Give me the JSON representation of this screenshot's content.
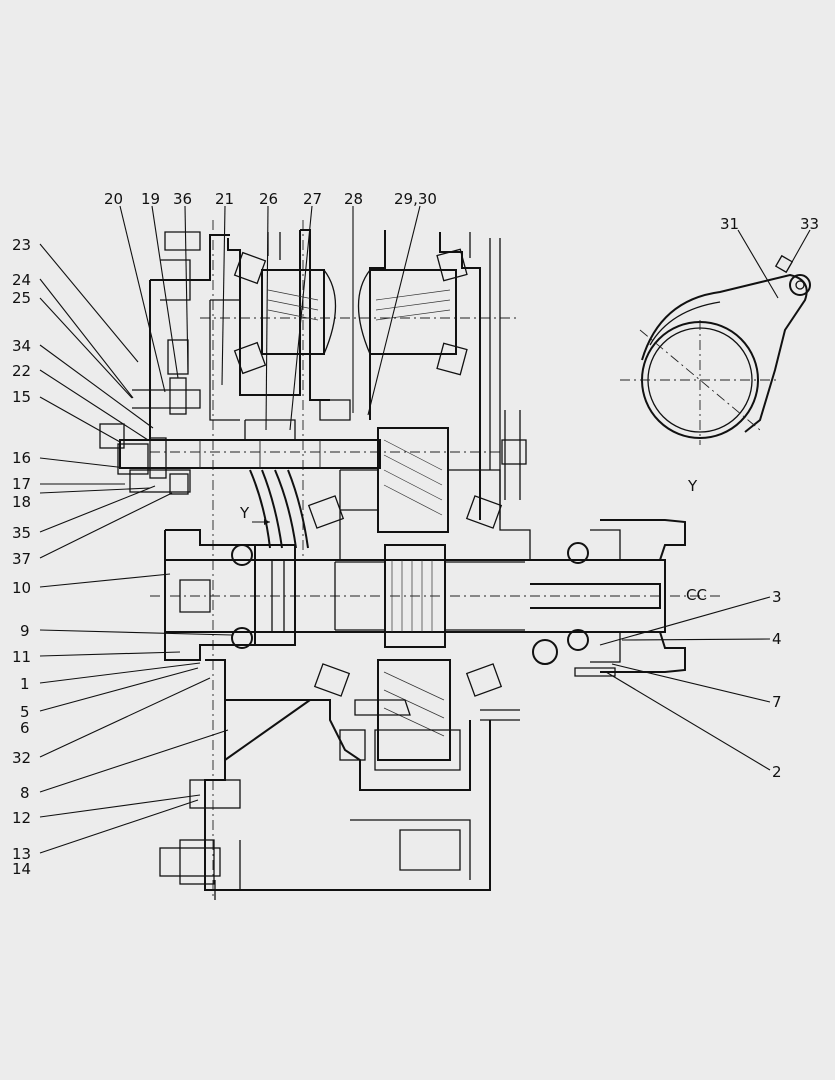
{
  "callouts": [
    {
      "id": "c20",
      "text": "20"
    },
    {
      "id": "c19",
      "text": "19"
    },
    {
      "id": "c36",
      "text": "36"
    },
    {
      "id": "c21",
      "text": "21"
    },
    {
      "id": "c26",
      "text": "26"
    },
    {
      "id": "c27",
      "text": "27"
    },
    {
      "id": "c28",
      "text": "28"
    },
    {
      "id": "c2930",
      "text": "29,30"
    },
    {
      "id": "c31",
      "text": "31"
    },
    {
      "id": "c33",
      "text": "33"
    },
    {
      "id": "c23",
      "text": "23"
    },
    {
      "id": "c24",
      "text": "24"
    },
    {
      "id": "c25",
      "text": "25"
    },
    {
      "id": "c34",
      "text": "34"
    },
    {
      "id": "c22",
      "text": "22"
    },
    {
      "id": "c15",
      "text": "15"
    },
    {
      "id": "c16",
      "text": "16"
    },
    {
      "id": "c17",
      "text": "17"
    },
    {
      "id": "c18",
      "text": "18"
    },
    {
      "id": "c35",
      "text": "35"
    },
    {
      "id": "c37",
      "text": "37"
    },
    {
      "id": "c10",
      "text": "10"
    },
    {
      "id": "c9",
      "text": "9"
    },
    {
      "id": "c11",
      "text": "11"
    },
    {
      "id": "c1",
      "text": "1"
    },
    {
      "id": "c5",
      "text": "5"
    },
    {
      "id": "c6",
      "text": "6"
    },
    {
      "id": "c32",
      "text": "32"
    },
    {
      "id": "c8",
      "text": "8"
    },
    {
      "id": "c12",
      "text": "12"
    },
    {
      "id": "c13",
      "text": "13"
    },
    {
      "id": "c14",
      "text": "14"
    },
    {
      "id": "c3",
      "text": "3"
    },
    {
      "id": "c4",
      "text": "4"
    },
    {
      "id": "c7",
      "text": "7"
    },
    {
      "id": "c2",
      "text": "2"
    }
  ],
  "view_labels": {
    "view_y": "Y",
    "section_arrow": "Y",
    "section_cc": "CC"
  }
}
